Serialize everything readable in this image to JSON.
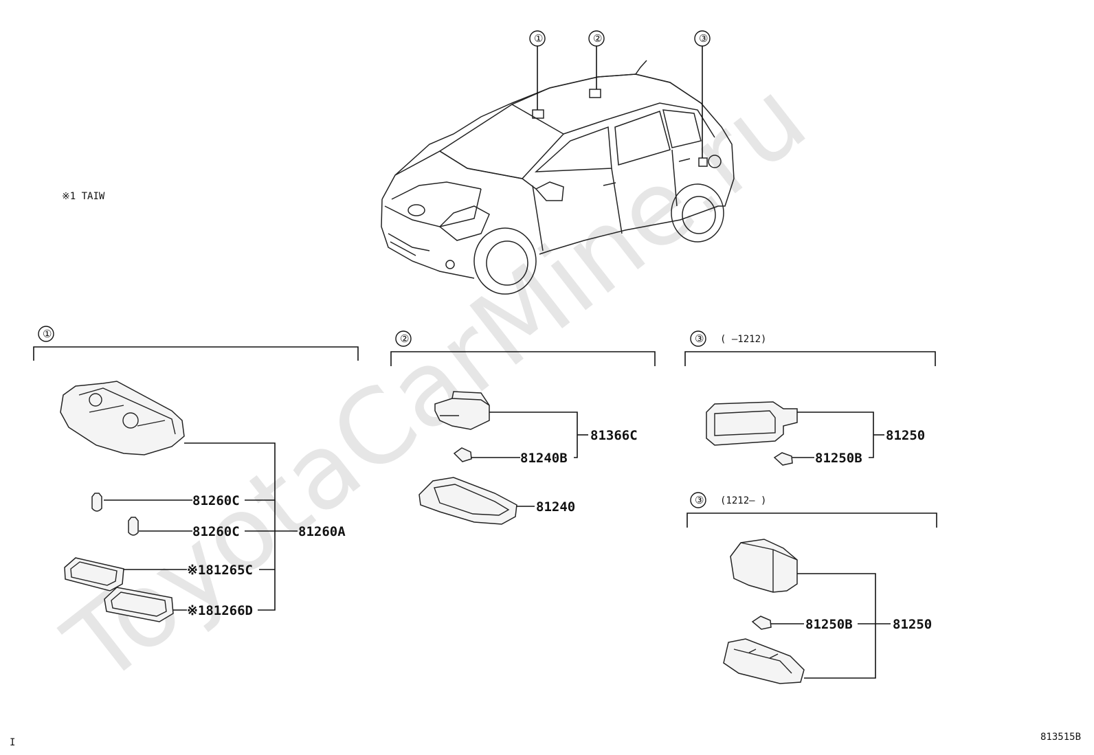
{
  "watermark": "ToyotaCarMine.ru",
  "note": "※1  TAIW",
  "diagram_code": "813515B",
  "corner_mark": "I",
  "markers": [
    "①",
    "②",
    "③"
  ],
  "sections": {
    "s1": {
      "marker": "①",
      "suffix": ""
    },
    "s2": {
      "marker": "②",
      "suffix": ""
    },
    "s3a": {
      "marker": "③",
      "suffix": "(    –1212)"
    },
    "s3b": {
      "marker": "③",
      "suffix": "(1212–    )"
    }
  },
  "parts": {
    "p81260A": "81260A",
    "p81260C_1": "81260C",
    "p81260C_2": "81260C",
    "p81265C": "※181265C",
    "p81266D": "※181266D",
    "p81366C": "81366C",
    "p81240B": "81240B",
    "p81240": "81240",
    "p81250_a": "81250",
    "p81250B_a": "81250B",
    "p81250_b": "81250",
    "p81250B_b": "81250B"
  }
}
